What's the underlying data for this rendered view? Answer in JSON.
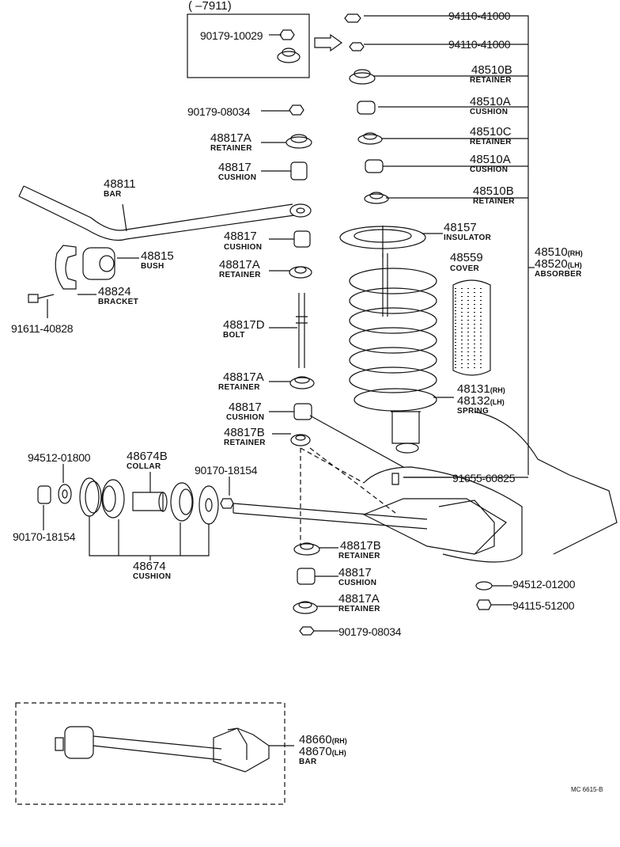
{
  "header_range": "(       –7911)",
  "footer_code": "MC 6615-B",
  "parts": {
    "p94110a": "94110-41000",
    "p94110b": "94110-41000",
    "p90179_10029": "90179-10029",
    "p48510B_1": "48510B",
    "retainer_1": "RETAINER",
    "p48510A_1": "48510A",
    "cushion_1": "CUSHION",
    "p48510C": "48510C",
    "retainer_2": "RETAINER",
    "p48510A_2": "48510A",
    "cushion_2": "CUSHION",
    "p48510B_2": "48510B",
    "retainer_3": "RETAINER",
    "p90179_08034a": "90179-08034",
    "p48817A_1": "48817A",
    "retainer_4": "RETAINER",
    "p48817_1": "48817",
    "cushion_3": "CUSHION",
    "p48811": "48811",
    "bar_1": "BAR",
    "p48817_2": "48817",
    "cushion_4": "CUSHION",
    "p48817A_2": "48817A",
    "retainer_5": "RETAINER",
    "p48815": "48815",
    "bush": "BUSH",
    "p48824": "48824",
    "bracket": "BRACKET",
    "p91611": "91611-40828",
    "p48817D": "48817D",
    "bolt": "BOLT",
    "p48817A_3": "48817A",
    "retainer_6": "RETAINER",
    "p48817_3": "48817",
    "cushion_5": "CUSHION",
    "p48817B_1": "48817B",
    "retainer_7": "RETAINER",
    "p48157": "48157",
    "insulator": "INSULATOR",
    "p48559": "48559",
    "cover": "COVER",
    "p48510rh": "48510",
    "rh_1": "(RH)",
    "p48520lh": "48520",
    "lh_1": "(LH)",
    "absorber": "ABSORBER",
    "p48131rh": "48131",
    "rh_2": "(RH)",
    "p48132lh": "48132",
    "lh_2": "(LH)",
    "spring": "SPRING",
    "p91655": "91655-60825",
    "p94512_01800": "94512-01800",
    "p48674B": "48674B",
    "collar": "COLLAR",
    "p90170_a": "90170-18154",
    "p90170_b": "90170-18154",
    "p48674": "48674",
    "cushion_6": "CUSHION",
    "p48817B_2": "48817B",
    "retainer_8": "RETAINER",
    "p48817_4": "48817",
    "cushion_7": "CUSHION",
    "p48817A_4": "48817A",
    "retainer_9": "RETAINER",
    "p90179_08034b": "90179-08034",
    "p94512_01200": "94512-01200",
    "p94115": "94115-51200",
    "p48660rh": "48660",
    "rh_3": "(RH)",
    "p48670lh": "48670",
    "lh_3": "(LH)",
    "bar_2": "BAR"
  }
}
